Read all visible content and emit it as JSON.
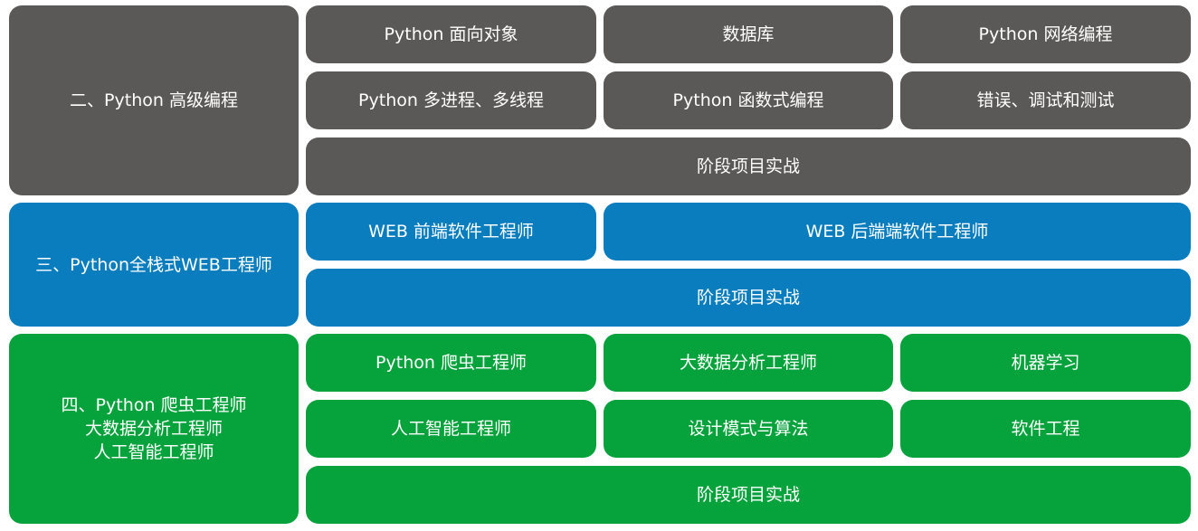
{
  "colors": {
    "gray": "#5b5957",
    "blue": "#0a7dbe",
    "green": "#06a23c",
    "text": "#ffffff"
  },
  "sections": [
    {
      "title": "二、Python 高级编程",
      "items": [
        "Python 面向对象",
        "数据库",
        "Python 网络编程",
        "Python 多进程、多线程",
        "Python 函数式编程",
        "错误、调试和测试",
        "阶段项目实战"
      ]
    },
    {
      "title": "三、Python全栈式WEB工程师",
      "items": [
        "WEB 前端软件工程师",
        "WEB 后端端软件工程师",
        "阶段项目实战"
      ]
    },
    {
      "title": "四、Python 爬虫工程师\n大数据分析工程师\n人工智能工程师",
      "items": [
        "Python 爬虫工程师",
        "大数据分析工程师",
        "机器学习",
        "人工智能工程师",
        "设计模式与算法",
        "软件工程",
        "阶段项目实战"
      ]
    }
  ]
}
